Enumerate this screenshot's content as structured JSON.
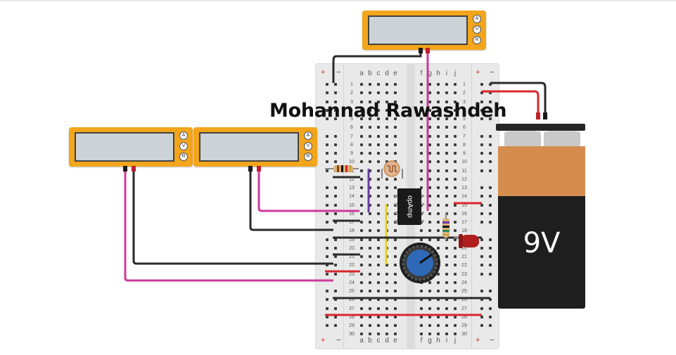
{
  "canvas": {
    "background": "#ffffff"
  },
  "author": {
    "text": "Mohannad Rawashdeh"
  },
  "breadboard": {
    "columns_left": [
      "a",
      "b",
      "c",
      "d",
      "e"
    ],
    "columns_right": [
      "f",
      "g",
      "h",
      "i",
      "j"
    ],
    "rows": [
      "1",
      "2",
      "3",
      "4",
      "5",
      "6",
      "7",
      "8",
      "9",
      "10",
      "11",
      "12",
      "13",
      "14",
      "15",
      "16",
      "17",
      "18",
      "19",
      "20",
      "21",
      "22",
      "23",
      "24",
      "25",
      "26",
      "27",
      "28",
      "29",
      "30"
    ],
    "rail_plus": "+",
    "rail_minus": "−"
  },
  "multimeters": [
    {
      "name": "multimeter-1",
      "modes": [
        "A",
        "V",
        "R"
      ]
    },
    {
      "name": "multimeter-2",
      "modes": [
        "A",
        "V",
        "R"
      ]
    },
    {
      "name": "multimeter-3",
      "modes": [
        "A",
        "V",
        "R"
      ]
    }
  ],
  "battery": {
    "label": "9V"
  },
  "opamp": {
    "label": "opAmp"
  },
  "potentiometer": {
    "icon": "potentiometer-knob-icon"
  },
  "led": {
    "color": "#b01e1e",
    "icon": "led-icon"
  },
  "photoresistor": {
    "icon": "photoresistor-icon"
  },
  "colors": {
    "meter_body": "#f3a51b",
    "meter_screen": "#ccd3d7",
    "wire_magenta": "#cc3a9a",
    "wire_black": "#2a2a2a",
    "wire_red": "#d8282d",
    "wire_purple": "#6a3aa8",
    "wire_yellow": "#e8d21e",
    "battery_top": "#d48d4f",
    "battery_bottom": "#1e1e1e",
    "pot_knob": "#2f6ab8"
  }
}
